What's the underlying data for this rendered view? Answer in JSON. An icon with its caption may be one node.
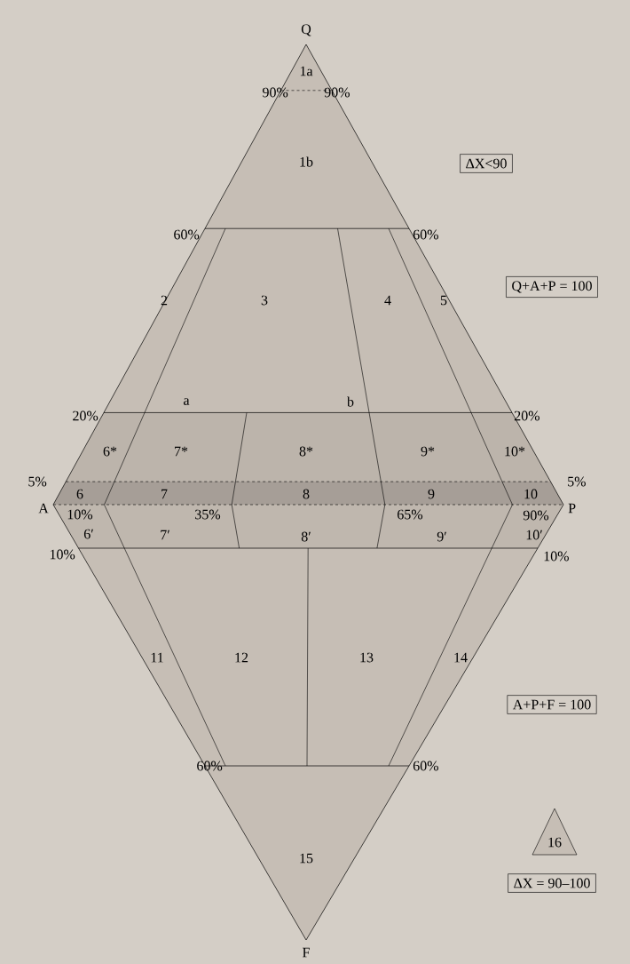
{
  "diagram": {
    "nodes": [
      {
        "text": [
          "ΔX<90"
        ]
      },
      {
        "text": [
          "Q+A+P = 100"
        ]
      },
      {
        "text": [
          "A+P+F = 100"
        ]
      },
      {
        "text": [
          "16"
        ]
      },
      {
        "text": [
          "ΔX = 90–100"
        ]
      }
    ],
    "labels": [
      "Q",
      "1a",
      "90%",
      "90%",
      "1b",
      "60%",
      "60%",
      "2",
      "3",
      "4",
      "5",
      "a",
      "b",
      "20%",
      "20%",
      "6*",
      "7*",
      "8*",
      "9*",
      "10*",
      "5%",
      "5%",
      "6",
      "7",
      "8",
      "9",
      "10",
      "A",
      "P",
      "10%",
      "35%",
      "65%",
      "90%",
      "6′",
      "7′",
      "8′",
      "9′",
      "10′",
      "10%",
      "10%",
      "11",
      "12",
      "13",
      "14",
      "60%",
      "60%",
      "15",
      "F"
    ]
  }
}
